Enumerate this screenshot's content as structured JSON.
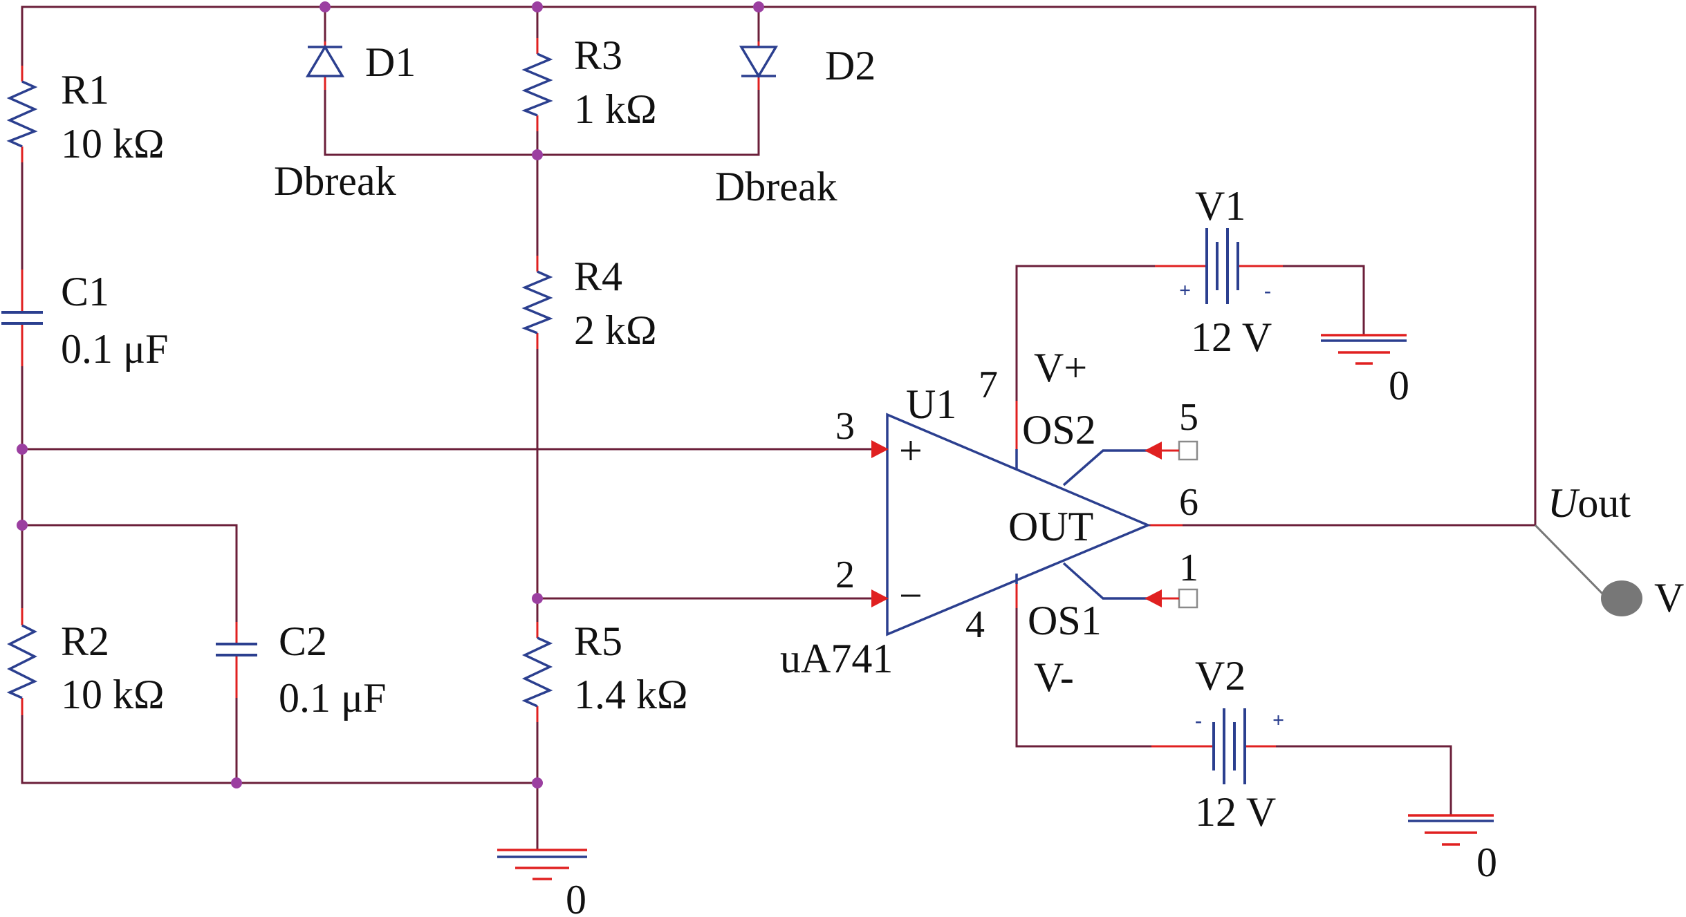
{
  "colors": {
    "wire": "#6b1f3a",
    "component": "#2b3f8f",
    "pin_lead": "#e02020",
    "junction": "#9b3fa0",
    "probe": "#777777",
    "offset_box": "#8a8a8a",
    "text": "#111111"
  },
  "components": {
    "r1": {
      "ref": "R1",
      "value": "10 kΩ"
    },
    "r2": {
      "ref": "R2",
      "value": "10 kΩ"
    },
    "r3": {
      "ref": "R3",
      "value": "1 kΩ"
    },
    "r4": {
      "ref": "R4",
      "value": "2 kΩ"
    },
    "r5": {
      "ref": "R5",
      "value": "1.4 kΩ"
    },
    "c1": {
      "ref": "C1",
      "value": "0.1 μF"
    },
    "c2": {
      "ref": "C2",
      "value": "0.1 μF"
    },
    "d1": {
      "ref": "D1",
      "model": "Dbreak"
    },
    "d2": {
      "ref": "D2",
      "model": "Dbreak"
    },
    "v1": {
      "ref": "V1",
      "value": "12 V"
    },
    "v2": {
      "ref": "V2",
      "value": "12 V"
    },
    "u1": {
      "ref": "U1",
      "model": "uA741",
      "plus_sign": "+",
      "minus_sign": "−",
      "out_label": "OUT",
      "vplus_label": "V+",
      "vminus_label": "V-",
      "os1_label": "OS1",
      "os2_label": "OS2",
      "pin_noninv": "3",
      "pin_inv": "2",
      "pin_out": "6",
      "pin_vplus": "7",
      "pin_vminus": "4",
      "pin_os1": "1",
      "pin_os2": "5"
    }
  },
  "grounds": {
    "main": "0",
    "v1": "0",
    "v2": "0"
  },
  "battery_marks": {
    "v1_plus": "+",
    "v1_minus": "-",
    "v2_plus": "+",
    "v2_minus": "-"
  },
  "output": {
    "net_label_italic": "U",
    "net_label_rest": "out",
    "probe_label": "V"
  }
}
